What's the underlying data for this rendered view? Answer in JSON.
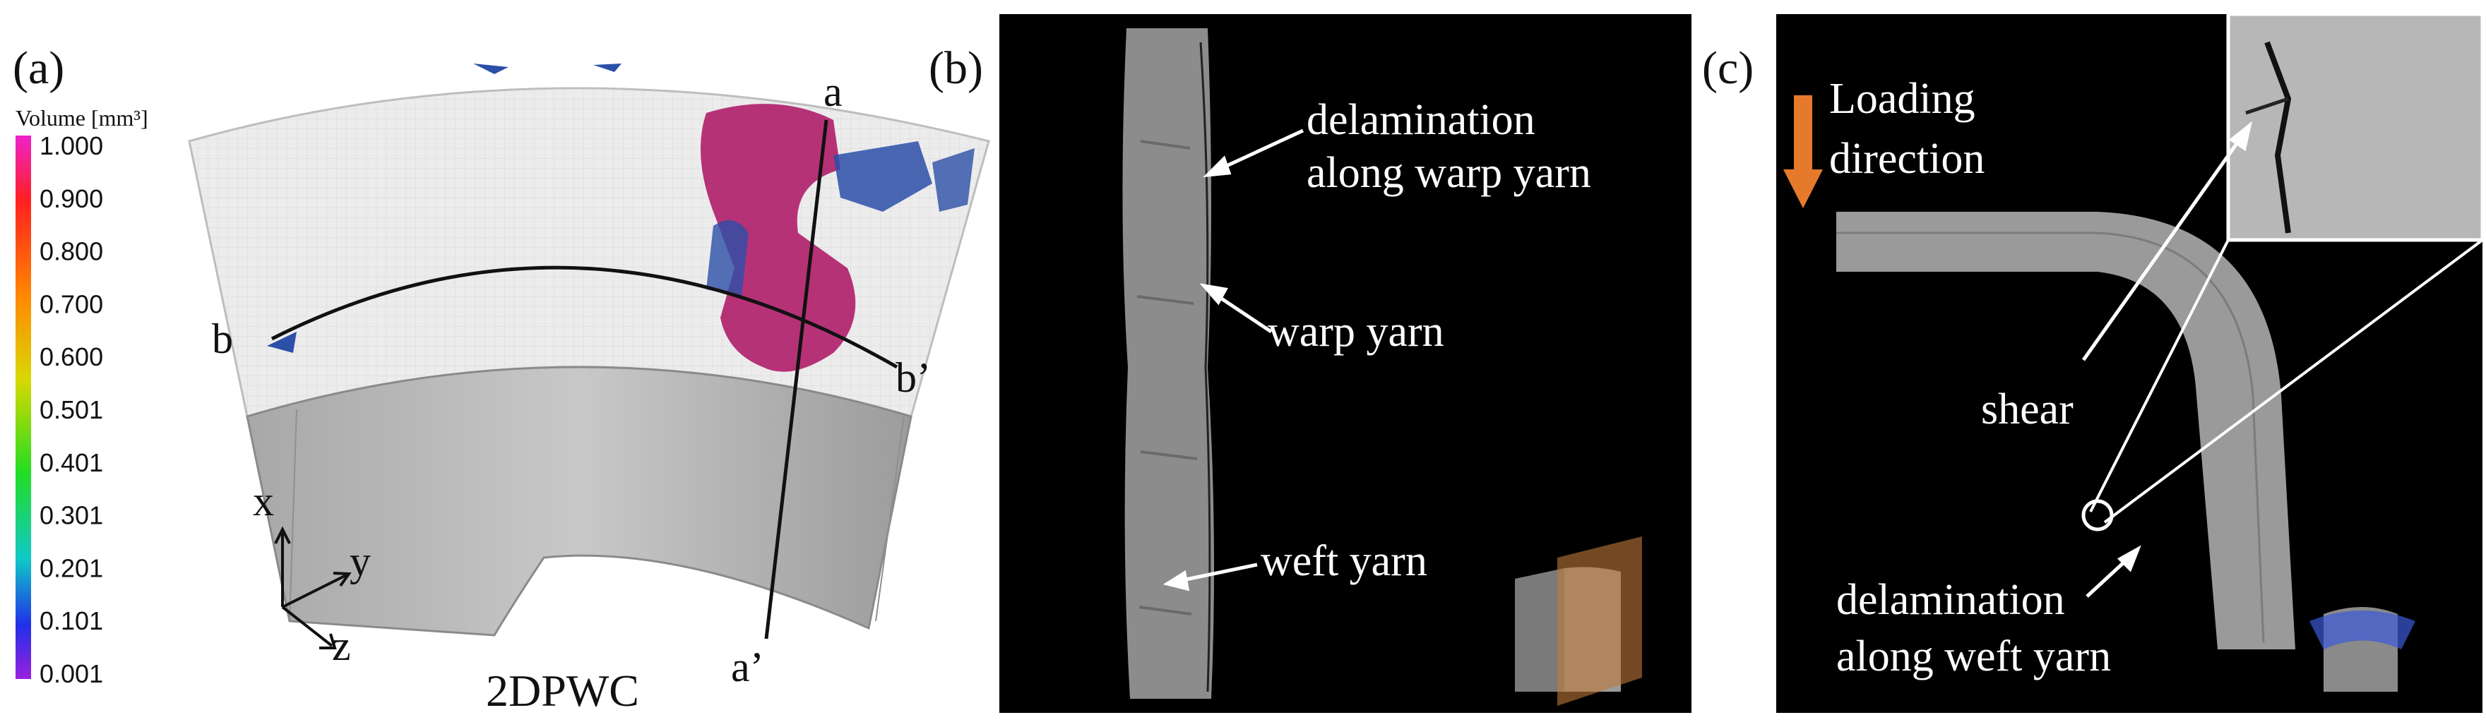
{
  "figure": {
    "panel_a": {
      "label": "(a)",
      "colorbar_title": "Volume [mm³]",
      "colorbar_ticks": [
        "1.000",
        "0.900",
        "0.800",
        "0.700",
        "0.600",
        "0.501",
        "0.401",
        "0.301",
        "0.201",
        "0.101",
        "0.001"
      ],
      "line_a_label": "a",
      "line_a_end_label": "a’",
      "line_b_label": "b",
      "line_b_end_label": "b’",
      "axis_x": "x",
      "axis_y": "y",
      "axis_z": "z",
      "caption": "2DPWC"
    },
    "panel_b": {
      "label": "(b)",
      "annot1_line1": "delamination",
      "annot1_line2": "along warp yarn",
      "annot2": "warp yarn",
      "annot3": "weft yarn"
    },
    "panel_c": {
      "label": "(c)",
      "loading_line1": "Loading",
      "loading_line2": "direction",
      "shear": "shear",
      "delam_line1": "delamination",
      "delam_line2": "along weft yarn"
    }
  }
}
